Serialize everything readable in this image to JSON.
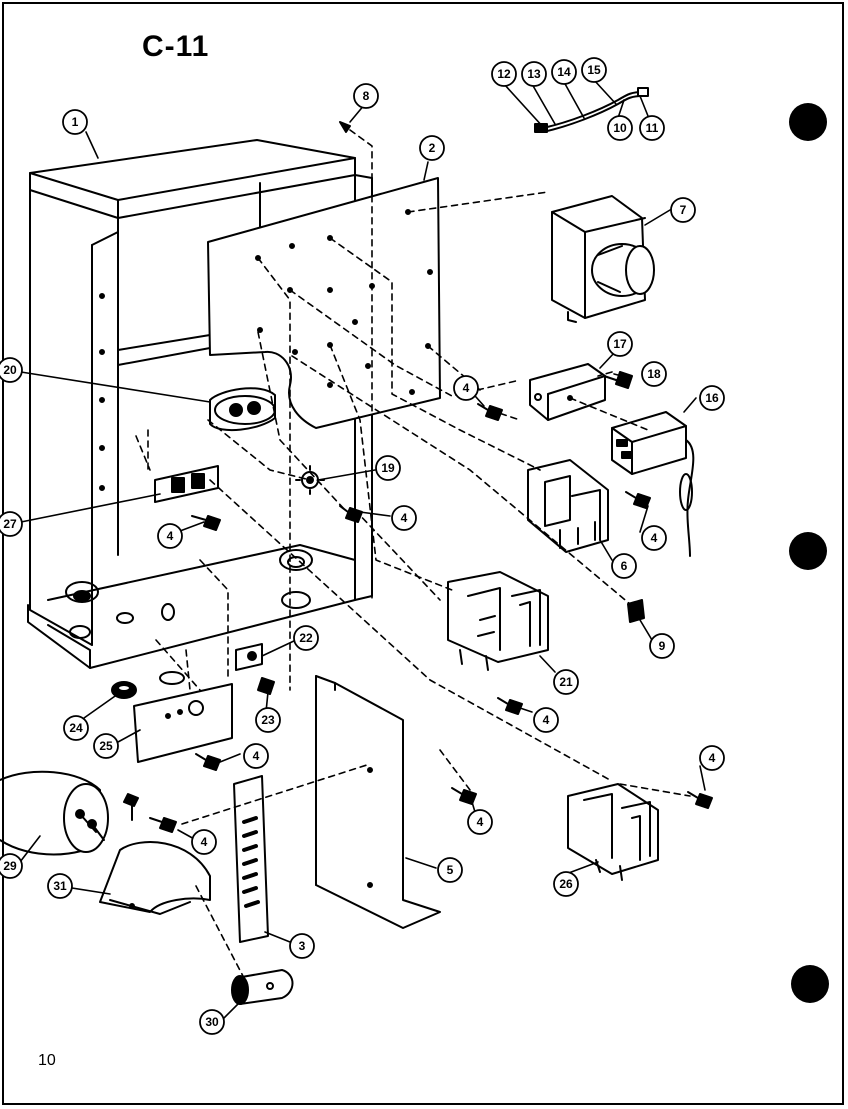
{
  "page": {
    "title": "C-11",
    "page_number": "10"
  },
  "callouts": [
    "1",
    "2",
    "3",
    "4",
    "5",
    "6",
    "7",
    "8",
    "9",
    "10",
    "11",
    "12",
    "13",
    "14",
    "15",
    "16",
    "17",
    "18",
    "19",
    "20",
    "21",
    "22",
    "23",
    "24",
    "25",
    "26",
    "27",
    "29",
    "30",
    "31"
  ]
}
